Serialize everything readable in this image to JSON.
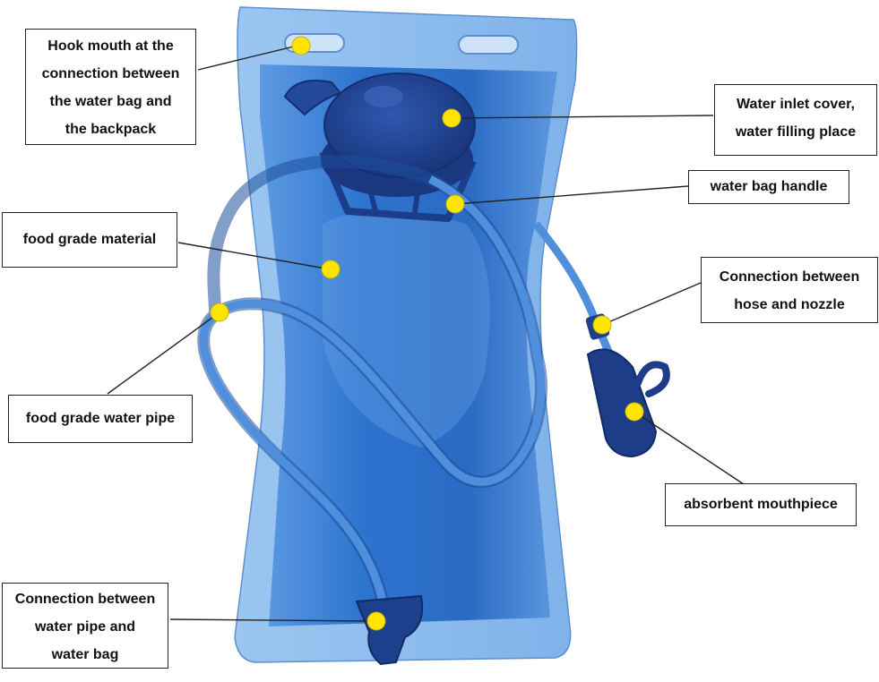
{
  "callouts": {
    "hook_mouth": [
      "Hook mouth at the",
      "connection between",
      "the water bag and",
      "the backpack"
    ],
    "water_inlet": [
      "Water inlet cover,",
      "water filling place"
    ],
    "handle": [
      "water bag handle"
    ],
    "material": [
      "food grade material"
    ],
    "hose_nozzle": [
      "Connection between",
      "hose and nozzle"
    ],
    "water_pipe": [
      "food grade water pipe"
    ],
    "mouthpiece": [
      "absorbent mouthpiece"
    ],
    "pipe_bag": [
      "Connection between",
      "water pipe and",
      "water bag"
    ]
  },
  "colors": {
    "bag": "#2a6fc9",
    "bag_light": "#7fb2ea",
    "bag_dark": "#123f86",
    "cap": "#1e3f8c",
    "marker": "#ffe400"
  }
}
